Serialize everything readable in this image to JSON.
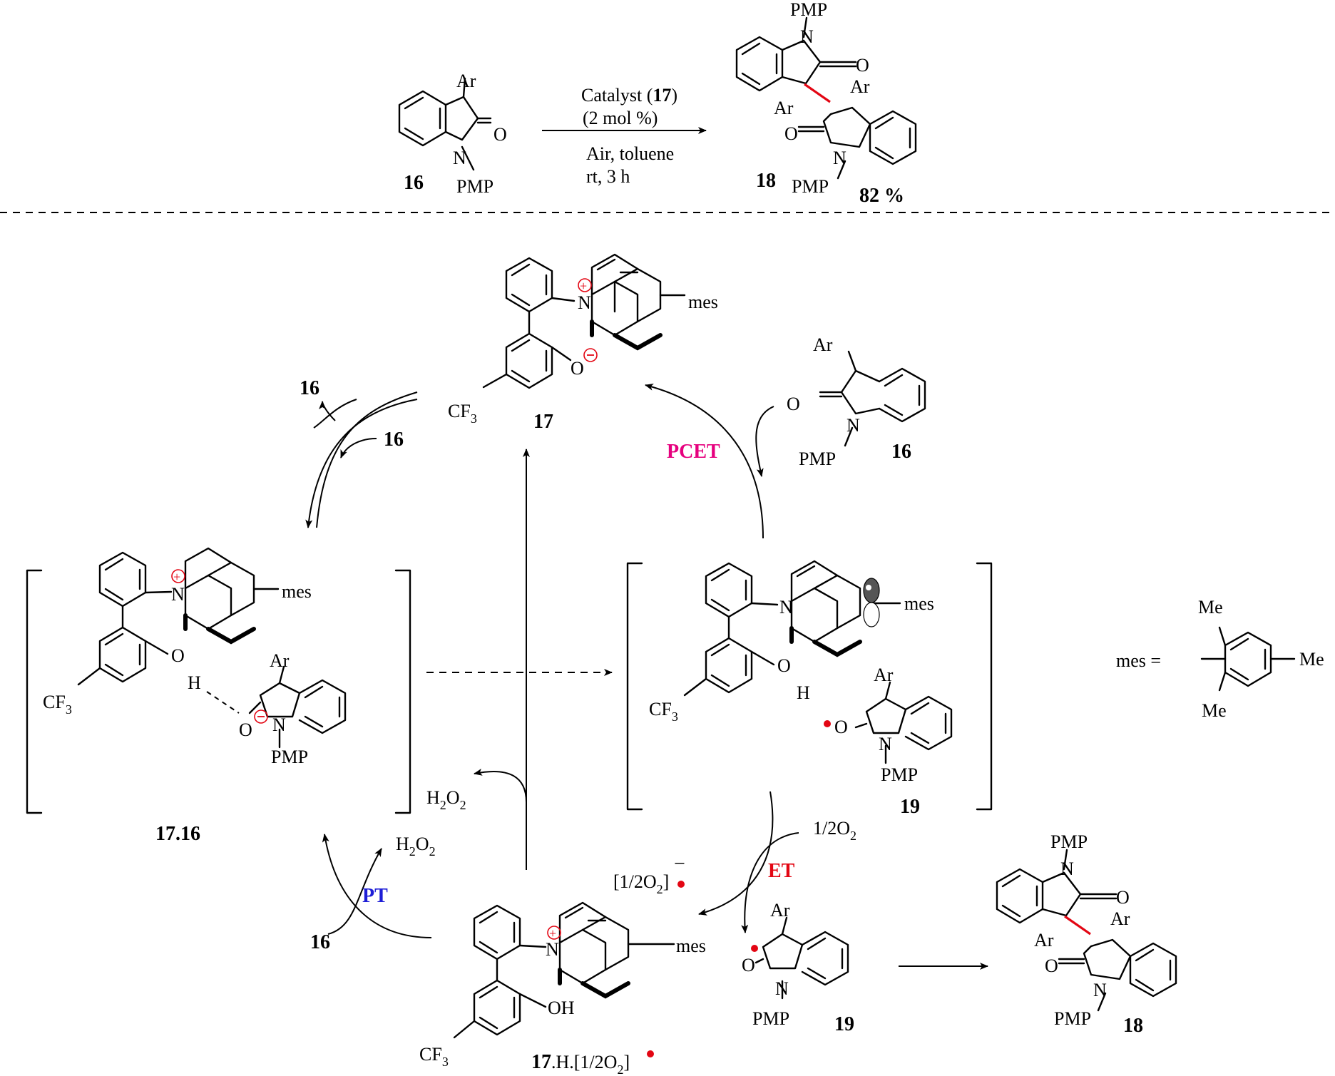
{
  "reaction": {
    "substrate_label": "16",
    "product_label": "18",
    "yield": "82 %",
    "catalyst_line": "Catalyst (17)",
    "catalyst_prefix": "Catalyst (",
    "catalyst_num": "17",
    "catalyst_suffix": ")",
    "loading": "(2 mol %)",
    "conditions_1": "Air, toluene",
    "conditions_2": "rt, 3 h"
  },
  "atoms": {
    "Ar": "Ar",
    "O": "O",
    "N": "N",
    "PMP": "PMP",
    "mes": "mes",
    "CF3_main": "CF",
    "CF3_sub": "3",
    "OH": "OH",
    "H": "H",
    "Me": "Me"
  },
  "cycle": {
    "catalyst_label": "17",
    "complex_label": "17.16",
    "radical_label": "19",
    "reduced_label_bold": "17",
    "reduced_label_rest": ".H.[1/2O",
    "reduced_label_sub": "2",
    "reduced_label_end": "]",
    "superoxide": "[1/2O",
    "superoxide_sub": "2",
    "superoxide_end": "]",
    "superoxide_charge": "−",
    "PCET": "PCET",
    "ET": "ET",
    "PT": "PT",
    "H2O2_a": "H",
    "H2O2_b": "2",
    "H2O2_c": "O",
    "H2O2_d": "2",
    "half_O2": "1/2O",
    "half_O2_sub": "2",
    "sub16_a": "16",
    "sub16_b": "16",
    "sub16_c": "16",
    "sub16_d": "16",
    "product18": "18",
    "radical19": "19"
  },
  "mes_def": {
    "label": "mes ="
  },
  "colors": {
    "PCET": "#e6007e",
    "ET": "#e30613",
    "PT": "#1d1dd6",
    "red": "#e30613"
  }
}
